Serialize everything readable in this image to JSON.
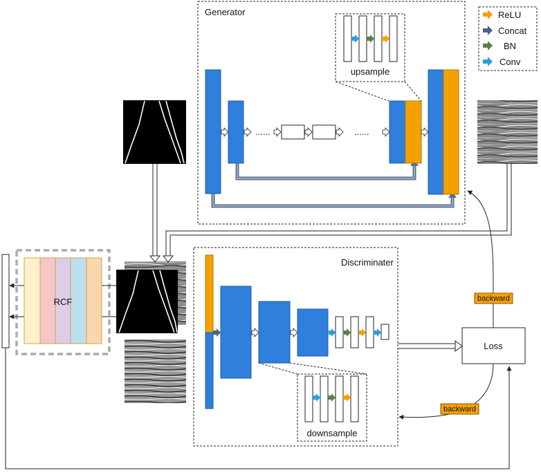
{
  "generator": {
    "title": "Generator",
    "inset_label": "upsample"
  },
  "discriminator": {
    "title": "Discriminater",
    "inset_label": "downsample"
  },
  "rcf": {
    "label": "RCF"
  },
  "loss": {
    "label": "Loss"
  },
  "backward": {
    "label_top": "backward",
    "label_bottom": "backward"
  },
  "dots": {
    "left": "......",
    "right": "......"
  },
  "legend": {
    "items": [
      {
        "label": "ReLU",
        "color": "#f4a100"
      },
      {
        "label": "Concat",
        "color": "#4e6282"
      },
      {
        "label": "BN",
        "color": "#5d7f4a"
      },
      {
        "label": "Conv",
        "color": "#2a9de0"
      }
    ]
  },
  "colors": {
    "blue_block": "#2f7fdc",
    "orange_block": "#f4a100",
    "skip_connection": "#5a6e8c",
    "backward_tag": "#f4a100",
    "rcf_bands": [
      "#fdf1cc",
      "#f5c6c6",
      "#ddcde6",
      "#bcdff0",
      "#fad6ad"
    ]
  }
}
